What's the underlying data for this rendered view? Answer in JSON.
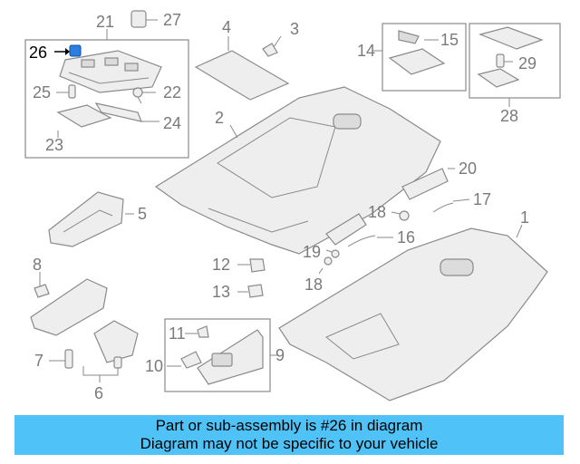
{
  "diagram": {
    "callouts": {
      "c1": "1",
      "c2": "2",
      "c3": "3",
      "c4": "4",
      "c5": "5",
      "c6": "6",
      "c7": "7",
      "c8": "8",
      "c9": "9",
      "c10": "10",
      "c11": "11",
      "c12": "12",
      "c13": "13",
      "c14": "14",
      "c15": "15",
      "c16": "16",
      "c17": "17",
      "c18a": "18",
      "c18b": "18",
      "c19": "19",
      "c20": "20",
      "c21": "21",
      "c22": "22",
      "c23": "23",
      "c24": "24",
      "c25": "25",
      "c26": "26",
      "c27": "27",
      "c28": "28",
      "c29": "29"
    },
    "highlighted_part": "26",
    "highlight_color": "#2a7de1"
  },
  "banner": {
    "line1": "Part or sub-assembly is #26 in diagram",
    "line2": "Diagram may not be specific to your vehicle",
    "background": "#4fc3f7"
  }
}
